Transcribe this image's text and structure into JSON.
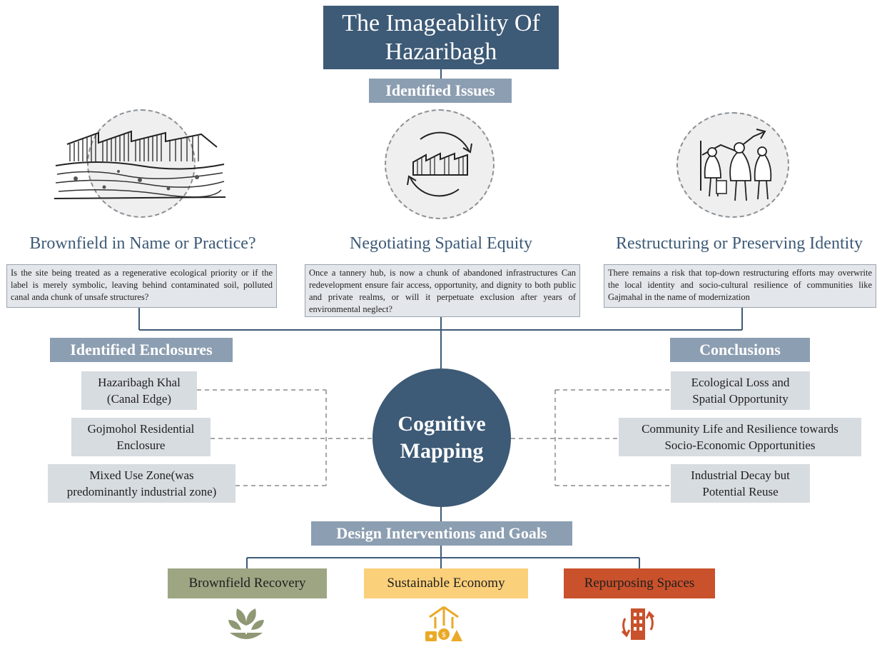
{
  "title": "The Imageability Of Hazaribagh",
  "sections": {
    "issues_label": "Identified Issues",
    "enclosures_label": "Identified Enclosures",
    "conclusions_label": "Conclusions",
    "interventions_label": "Design Interventions and Goals"
  },
  "issues": [
    {
      "icon": "brownfield-landscape-icon",
      "heading": "Brownfield in Name or Practice?",
      "text": "Is the site being treated as a regenerative ecological priority or if the label is merely symbolic, leaving behind contaminated soil, polluted canal anda chunk of unsafe structures?"
    },
    {
      "icon": "factory-cycle-icon",
      "heading": "Negotiating Spatial Equity",
      "text": "Once a tannery hub, is now a chunk of abandoned infrastructures Can redevelopment ensure fair access, opportunity, and dignity to both public and private realms, or will it perpetuate exclusion after years of environmental neglect?"
    },
    {
      "icon": "community-growth-icon",
      "heading": "Restructuring or Preserving Identity",
      "text": "There remains a risk that top-down restructuring efforts may overwrite the local identity and  socio-cultural resilience of communities like Gajmahal  in the name of modernization"
    }
  ],
  "center": "Cognitive Mapping",
  "enclosures": [
    "Hazaribagh Khal (Canal Edge)",
    "Gojmohol Residential Enclosure",
    "Mixed Use Zone(was predominantly industrial zone)"
  ],
  "conclusions": [
    "Ecological Loss and Spatial Opportunity",
    "Community Life and Resilience towards Socio-Economic Opportunities",
    "Industrial Decay but Potential Reuse"
  ],
  "goals": [
    {
      "label": "Brownfield Recovery",
      "color": "#9da583",
      "icon": "plant-leaves-icon",
      "icon_color": "#8e9874"
    },
    {
      "label": "Sustainable Economy",
      "color": "#fbd07a",
      "icon": "economy-tree-icon",
      "icon_color": "#eaa926"
    },
    {
      "label": "Repurposing Spaces",
      "color": "#c9512b",
      "icon": "recycle-building-icon",
      "icon_color": "#c9512b"
    }
  ],
  "colors": {
    "primary": "#3d5a76",
    "label": "#8c9eb1",
    "box": "#d7dce1"
  }
}
